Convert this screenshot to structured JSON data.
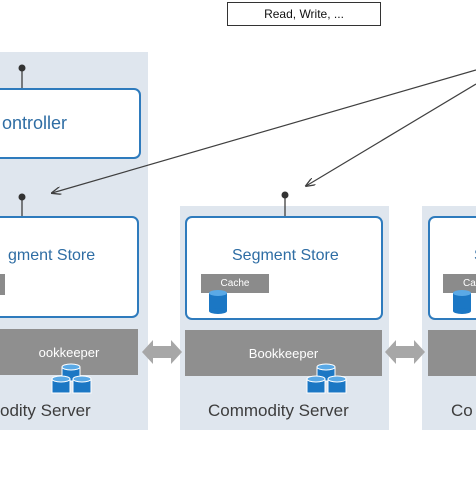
{
  "callout": {
    "text": "Read, Write, ..."
  },
  "controller": {
    "label": "ontroller"
  },
  "servers": [
    {
      "store_label": "gment Store",
      "cache_label": "",
      "bookkeeper_label": "ookkeeper",
      "server_label": "odity Server"
    },
    {
      "store_label": "Segment Store",
      "cache_label": "Cache",
      "bookkeeper_label": "Bookkeeper",
      "server_label": "Commodity Server"
    },
    {
      "store_label": "S",
      "cache_label": "Ca",
      "bookkeeper_label": "",
      "server_label": "Co"
    }
  ],
  "colors": {
    "column_bg": "#dfe6ee",
    "box_border": "#2e7bbd",
    "title_text": "#2e6da4",
    "bookkeeper_bar": "#8f8f8f",
    "database_icon": "#1b77c4",
    "arrow": "#3f3f3f"
  },
  "icons": [
    "database-icon",
    "database-stack-icon",
    "double-arrow-icon",
    "connector-dot-icon"
  ]
}
